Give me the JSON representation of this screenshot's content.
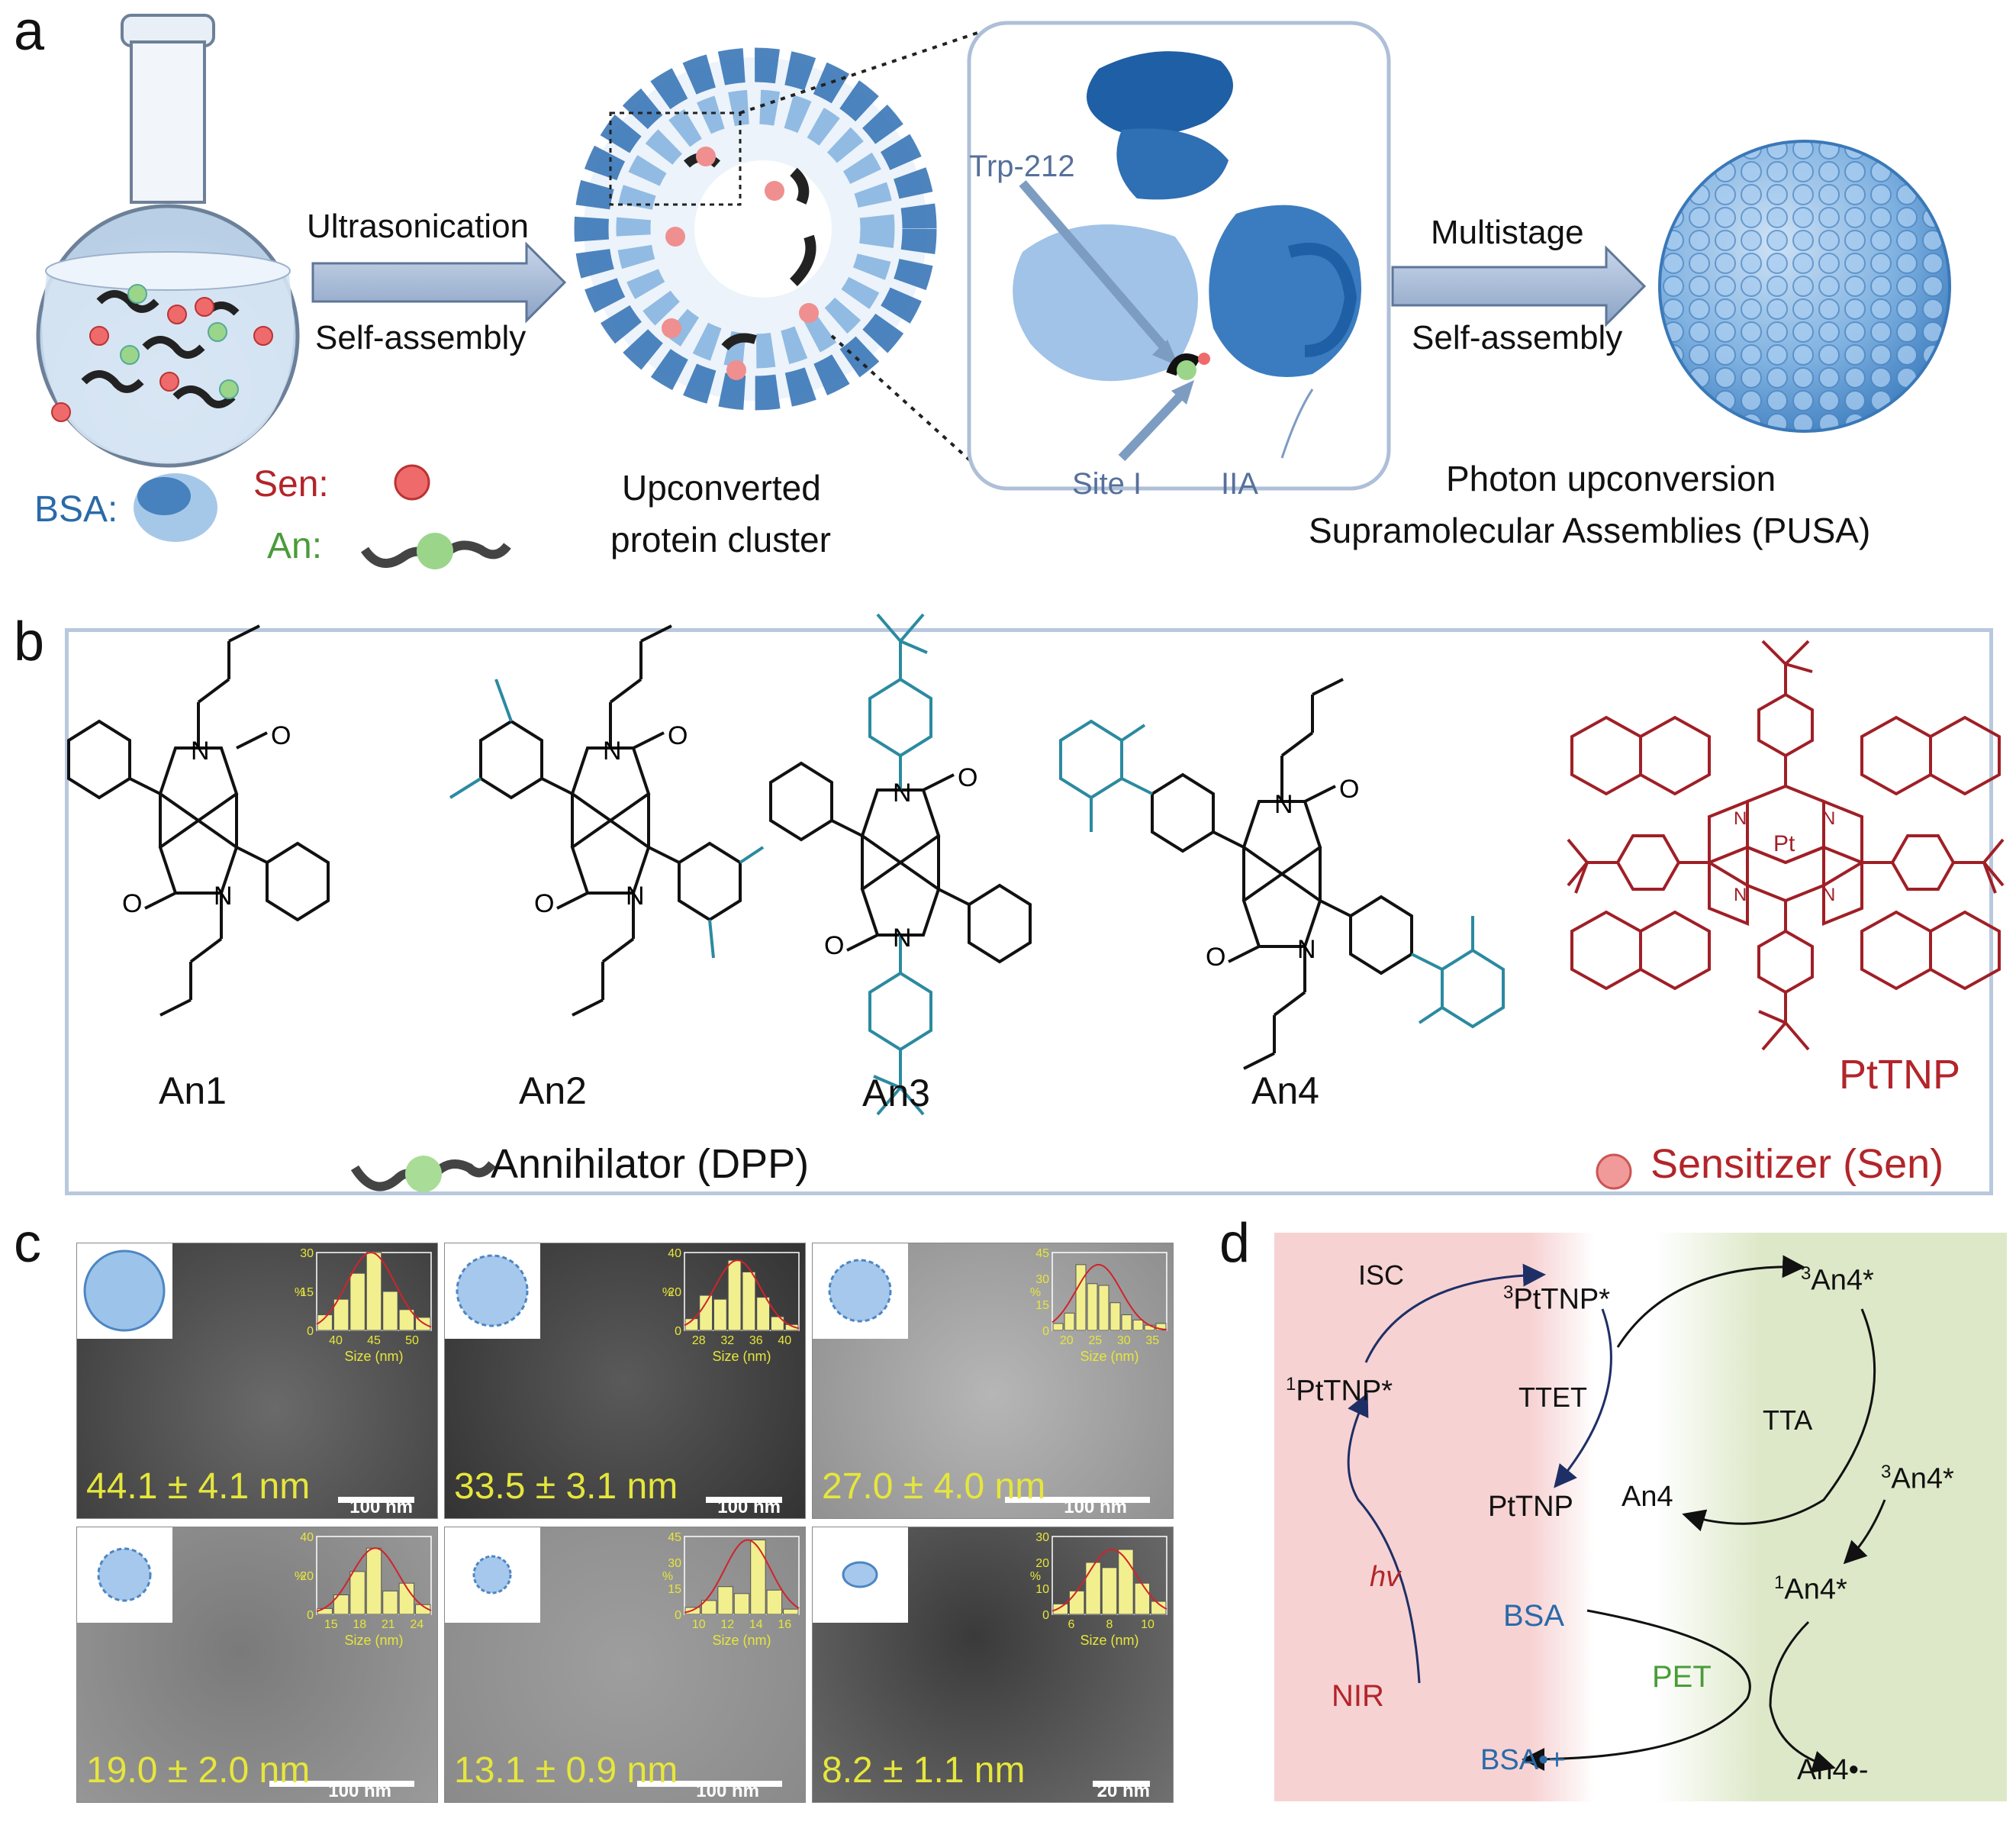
{
  "panels": {
    "a": "a",
    "b": "b",
    "c": "c",
    "d": "d"
  },
  "panel_a": {
    "arrow1_top": "Ultrasonication",
    "arrow1_bottom": "Self-assembly",
    "cluster_caption_line1": "Upconverted",
    "cluster_caption_line2": "protein cluster",
    "zoom_labels": {
      "trp": "Trp-212",
      "site": "Site I",
      "domain": "IIA"
    },
    "arrow2_top": "Multistage",
    "arrow2_bottom": "Self-assembly",
    "sphere_caption_line1": "Photon upconversion",
    "sphere_caption_line2": "Supramolecular Assemblies (PUSA)",
    "legend": {
      "bsa": "BSA:",
      "sen": "Sen:",
      "an": "An:"
    }
  },
  "panel_b": {
    "molecules": [
      "An1",
      "An2",
      "An3",
      "An4"
    ],
    "sensitizer_name": "PtTNP",
    "annihilator_legend": "Annihilator (DPP)",
    "sensitizer_legend": "Sensitizer (Sen)",
    "atoms": {
      "N": "N",
      "O": "O",
      "Pt": "Pt"
    }
  },
  "panel_c": {
    "images": [
      {
        "size_label": "44.1 ± 4.1 nm",
        "scale": "100 nm",
        "hist_x_ticks": [
          "40",
          "45",
          "50"
        ],
        "hist_y_ticks": [
          "0",
          "15",
          "30"
        ],
        "hist_values": [
          6,
          12,
          22,
          30,
          15,
          8,
          5
        ]
      },
      {
        "size_label": "33.5 ± 3.1 nm",
        "scale": "100 nm",
        "hist_x_ticks": [
          "28",
          "32",
          "36",
          "40"
        ],
        "hist_y_ticks": [
          "0",
          "20",
          "40"
        ],
        "hist_values": [
          6,
          18,
          16,
          36,
          30,
          17,
          7,
          3
        ]
      },
      {
        "size_label": "27.0 ± 4.0 nm",
        "scale": "100 nm",
        "hist_x_ticks": [
          "20",
          "25",
          "30",
          "35"
        ],
        "hist_y_ticks": [
          "0",
          "15",
          "30",
          "45"
        ],
        "hist_values": [
          4,
          10,
          38,
          27,
          26,
          16,
          9,
          6,
          3,
          4
        ]
      },
      {
        "size_label": "19.0 ± 2.0 nm",
        "scale": "100 nm",
        "hist_x_ticks": [
          "15",
          "18",
          "21",
          "24"
        ],
        "hist_y_ticks": [
          "0",
          "20",
          "40"
        ],
        "hist_values": [
          3,
          10,
          22,
          34,
          12,
          16,
          5
        ]
      },
      {
        "size_label": "13.1 ± 0.9 nm",
        "scale": "100 nm",
        "hist_x_ticks": [
          "10",
          "12",
          "14",
          "16"
        ],
        "hist_y_ticks": [
          "0",
          "15",
          "30",
          "45"
        ],
        "hist_values": [
          4,
          8,
          16,
          12,
          43,
          14,
          3
        ]
      },
      {
        "size_label": "8.2 ± 1.1 nm",
        "scale": "20 nm",
        "hist_x_ticks": [
          "6",
          "8",
          "10"
        ],
        "hist_y_ticks": [
          "0",
          "10",
          "20",
          "30"
        ],
        "hist_values": [
          4,
          9,
          20,
          18,
          25,
          12,
          5
        ]
      }
    ],
    "hist_ylabel": "%",
    "hist_xlabel": "Size (nm)"
  },
  "panel_d": {
    "pttnp_singlet": "1PtTNP*",
    "pttnp_triplet": "3PtTNP*",
    "pttnp": "PtTNP",
    "an4_triplet_top": "3An4*",
    "an4_triplet_mid": "3An4*",
    "an4_singlet": "1An4*",
    "an4": "An4",
    "an4_anion": "An4•-",
    "bsa": "BSA",
    "bsa_cation": "BSA•+",
    "isc": "ISC",
    "ttet": "TTET",
    "tta": "TTA",
    "pet": "PET",
    "hv": "hv",
    "nir": "NIR",
    "colors": {
      "red_zone": "#f7d2d3",
      "green_zone": "#dde8c8"
    }
  }
}
